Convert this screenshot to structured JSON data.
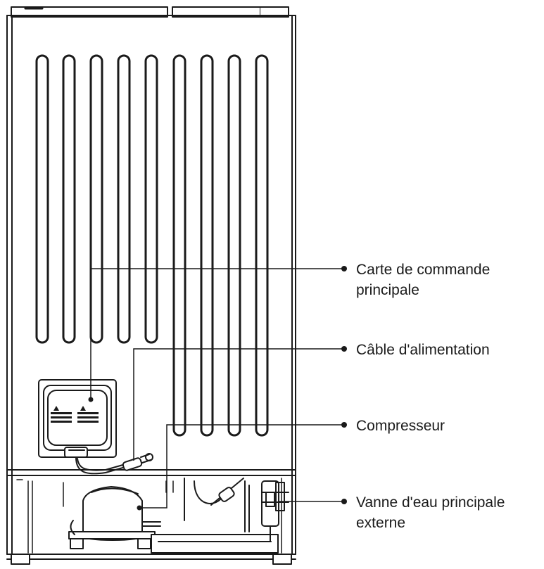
{
  "labels": {
    "control_board": {
      "line1": "Carte de commande",
      "line2": "principale"
    },
    "power_cable": {
      "line1": "Câble d'alimentation"
    },
    "compressor": {
      "line1": "Compresseur"
    },
    "water_valve": {
      "line1": "Vanne d'eau principale",
      "line2": "externe"
    }
  },
  "colors": {
    "line": "#1a1a1a",
    "background": "#ffffff"
  }
}
